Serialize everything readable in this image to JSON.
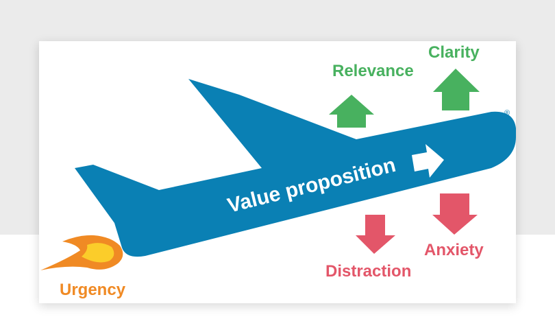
{
  "diagram": {
    "plane_label": "Value proposition",
    "registered_mark": "®",
    "boosters": {
      "urgency": "Urgency"
    },
    "positive_factors": [
      "Relevance",
      "Clarity"
    ],
    "negative_factors": [
      "Distraction",
      "Anxiety"
    ],
    "colors": {
      "plane": "#0a80b4",
      "positive": "#48b15f",
      "negative": "#e35669",
      "urgency": "#f08a24",
      "flame_inner": "#fbcd2a",
      "text_on_plane": "#ffffff"
    }
  }
}
